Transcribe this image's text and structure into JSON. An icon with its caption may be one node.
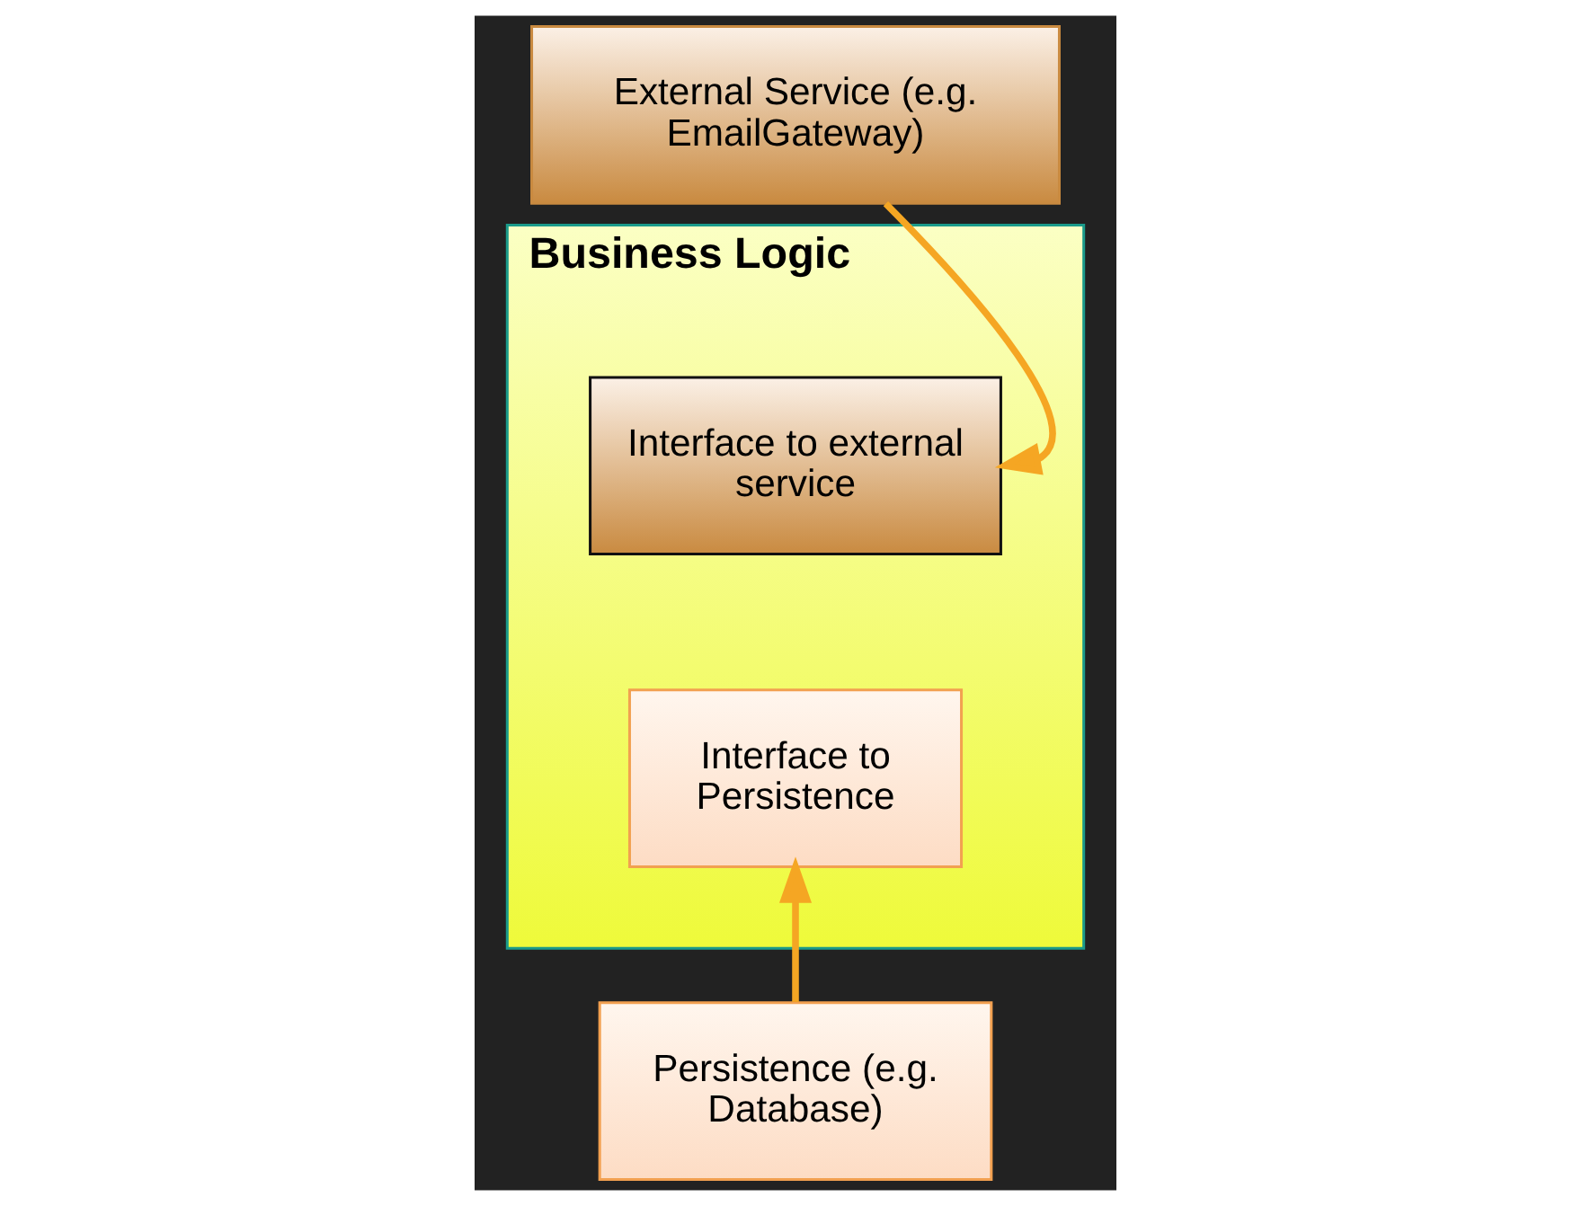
{
  "diagram": {
    "nodes": [
      {
        "text": [
          "Business Logic"
        ]
      },
      {
        "text": [
          "Interface to external service"
        ],
        "in": 0
      },
      {
        "text": [
          "Interface to Persistence"
        ],
        "in": 0
      },
      {
        "text": [
          "External Service (e.g. EmailGateway)"
        ]
      },
      {
        "text": [
          "Persistence (e.g. Database)"
        ]
      }
    ],
    "edges": [
      {
        "from": 3,
        "to": 1,
        "arrow": "to",
        "color": "#f5a623"
      },
      {
        "from": 4,
        "to": 2,
        "arrow": "to",
        "color": "#f5a623"
      }
    ]
  }
}
